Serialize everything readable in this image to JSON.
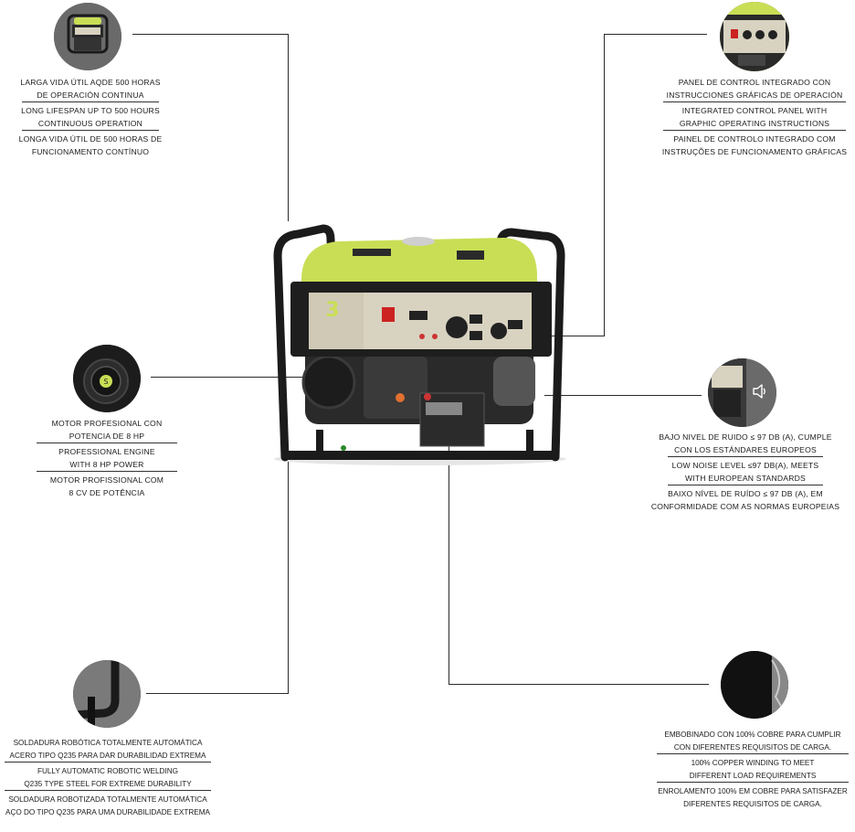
{
  "features": {
    "lifespan": {
      "es": [
        "LARGA VIDA ÚTIL AQDE 500 HORAS",
        "DE OPERACIÓN CONTINUA"
      ],
      "en": [
        "LONG LIFESPAN UP TO 500 HOURS",
        "CONTINUOUS OPERATION"
      ],
      "pt": [
        "LONGA VIDA ÚTIL DE 500 HORAS DE",
        "FUNCIONAMENTO CONTÍNUO"
      ]
    },
    "control_panel": {
      "es": [
        "PANEL DE CONTROL INTEGRADO CON",
        "INSTRUCCIONES GRÁFICAS DE OPERACIÓN"
      ],
      "en": [
        "INTEGRATED CONTROL PANEL WITH",
        "GRAPHIC OPERATING INSTRUCTIONS"
      ],
      "pt": [
        "PAINEL DE CONTROLO INTEGRADO COM",
        "INSTRUÇÕES DE FUNCIONAMENTO GRÁFICAS"
      ]
    },
    "engine": {
      "es": [
        "MOTOR PROFESIONAL CON",
        "POTENCIA DE 8 HP"
      ],
      "en": [
        "PROFESSIONAL ENGINE",
        "WITH 8 HP POWER"
      ],
      "pt": [
        "MOTOR PROFISSIONAL COM",
        "8 CV DE POTÊNCIA"
      ]
    },
    "noise": {
      "es": [
        "BAJO NIVEL DE RUIDO ≤ 97 DB (A), CUMPLE",
        "CON LOS ESTÁNDARES EUROPEOS"
      ],
      "en": [
        "LOW NOISE LEVEL ≤97 DB(A), MEETS",
        "WITH EUROPEAN STANDARDS"
      ],
      "pt": [
        "BAIXO NÍVEL DE RUÍDO ≤ 97 DB (A), EM",
        "CONFORMIDADE COM AS NORMAS EUROPEIAS"
      ]
    },
    "welding": {
      "es": [
        "SOLDADURA ROBÓTICA TOTALMENTE AUTOMÁTICA",
        "ACERO TIPO Q235 PARA DAR DURABILIDAD EXTREMA"
      ],
      "en": [
        "FULLY AUTOMATIC ROBOTIC WELDING",
        "Q235 TYPE STEEL FOR EXTREME DURABILITY"
      ],
      "pt": [
        "SOLDADURA ROBOTIZADA TOTALMENTE AUTOMÁTICA",
        "AÇO DO TIPO Q235 PARA UMA DURABILIDADE EXTREMA"
      ]
    },
    "copper": {
      "es": [
        "EMBOBINADO CON 100% COBRE PARA CUMPLIR",
        "CON DIFERENTES REQUISITOS DE CARGA."
      ],
      "en": [
        "100% COPPER WINDING TO MEET",
        "DIFFERENT LOAD REQUIREMENTS"
      ],
      "pt": [
        "ENROLAMENTO 100% EM COBRE PARA SATISFAZER",
        "DIFERENTES REQUISITOS DE CARGA."
      ]
    }
  },
  "icons": {
    "speaker": "speaker-icon"
  },
  "colors": {
    "frame": "#1b1b1b",
    "tank": "#c9de55",
    "panel": "#d8d2c0",
    "line": "#2a2a2a"
  }
}
